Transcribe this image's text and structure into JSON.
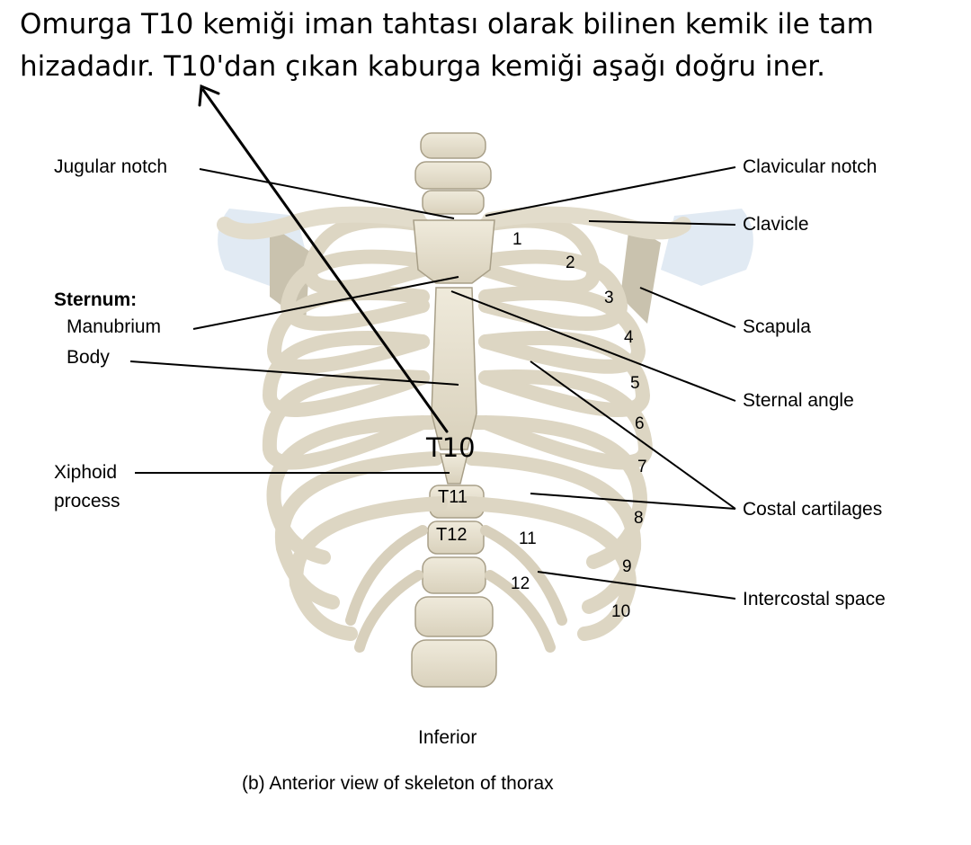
{
  "heading": {
    "line1": "Omurga T10 kemiği iman tahtası olarak bilinen kemik ile tam",
    "line2": "hizadadır. T10'dan çıkan kaburga kemiği aşağı doğru iner."
  },
  "labels": {
    "jugular_notch": "Jugular notch",
    "clavicular_notch": "Clavicular notch",
    "clavicle": "Clavicle",
    "sternum": "Sternum:",
    "manubrium": "Manubrium",
    "body": "Body",
    "scapula": "Scapula",
    "sternal_angle": "Sternal angle",
    "xiphoid_1": "Xiphoid",
    "xiphoid_2": "process",
    "costal_cartilages": "Costal cartilages",
    "intercostal_space": "Intercostal space",
    "inferior": "Inferior",
    "caption": "(b) Anterior view of skeleton of thorax"
  },
  "vertebrae": {
    "t10": "T10",
    "t11": "T11",
    "t12": "T12"
  },
  "rib_numbers": [
    "1",
    "2",
    "3",
    "4",
    "5",
    "6",
    "7",
    "8",
    "9",
    "10",
    "11",
    "12"
  ],
  "colors": {
    "bone": "#e9e3d2",
    "bone_shadow": "#b8b09b",
    "shoulder": "#d8e4ef",
    "leader": "#000000"
  }
}
